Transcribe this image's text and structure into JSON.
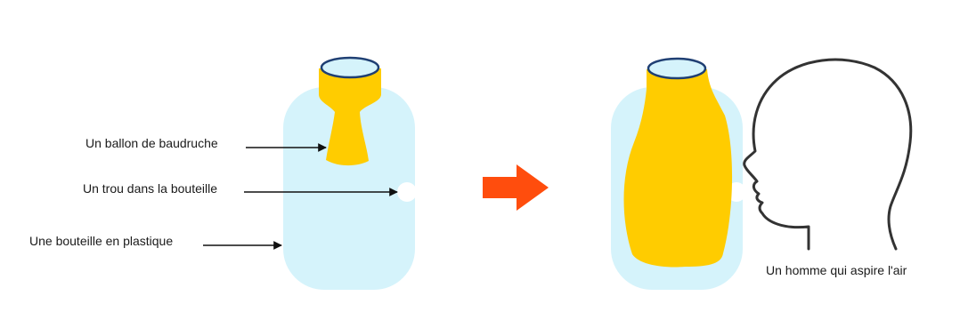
{
  "labels": {
    "balloon": "Un ballon de baudruche",
    "hole": "Un trou dans la bouteille",
    "bottle": "Une bouteille en plastique",
    "man": "Un homme qui aspire l'air"
  },
  "colors": {
    "bottle": "#d5f3fb",
    "balloon": "#ffcc00",
    "rim_outline": "#1f3f73",
    "rim_fill": "#d5f3fb",
    "arrow": "#ff4d0d",
    "head_outline": "#333333",
    "leader": "#111111"
  },
  "icons": {
    "process_arrow": "arrow-right-icon",
    "man": "human-head-profile-icon"
  }
}
